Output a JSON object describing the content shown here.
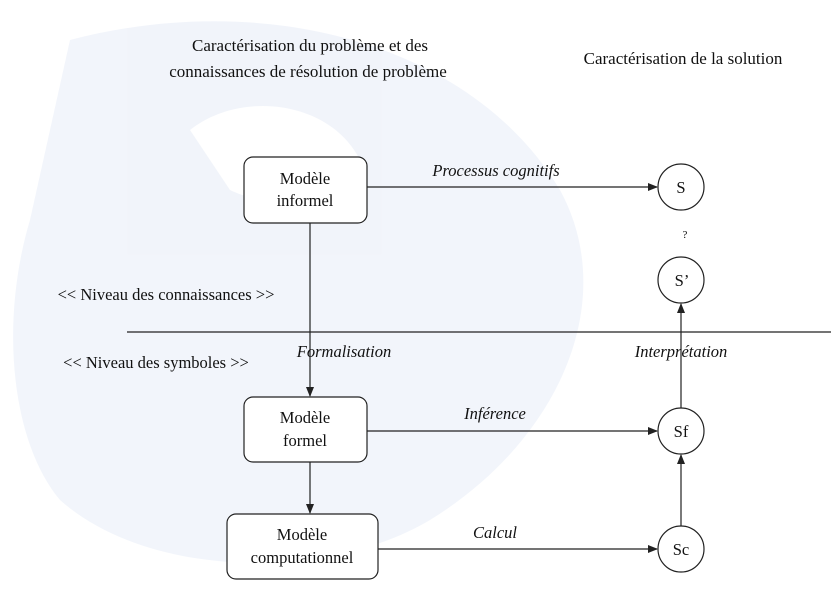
{
  "headings": {
    "left_line1": "Caractérisation du problème et des",
    "left_line2": "connaissances de résolution de problème",
    "right": "Caractérisation de la solution"
  },
  "levels": {
    "knowledge": "<< Niveau des connaissances >>",
    "symbols": "<< Niveau des symboles >>"
  },
  "boxes": {
    "informal": {
      "line1": "Modèle",
      "line2": "informel"
    },
    "formal": {
      "line1": "Modèle",
      "line2": "formel"
    },
    "computational": {
      "line1": "Modèle",
      "line2": "computationnel"
    }
  },
  "circles": {
    "s": "S",
    "s_prime": "S’",
    "sf": "Sf",
    "sc": "Sc"
  },
  "question_mark": "?",
  "edge_labels": {
    "cognitive": "Processus cognitifs",
    "formalisation": "Formalisation",
    "interpretation": "Interprétation",
    "inference": "Inférence",
    "calcul": "Calcul"
  }
}
